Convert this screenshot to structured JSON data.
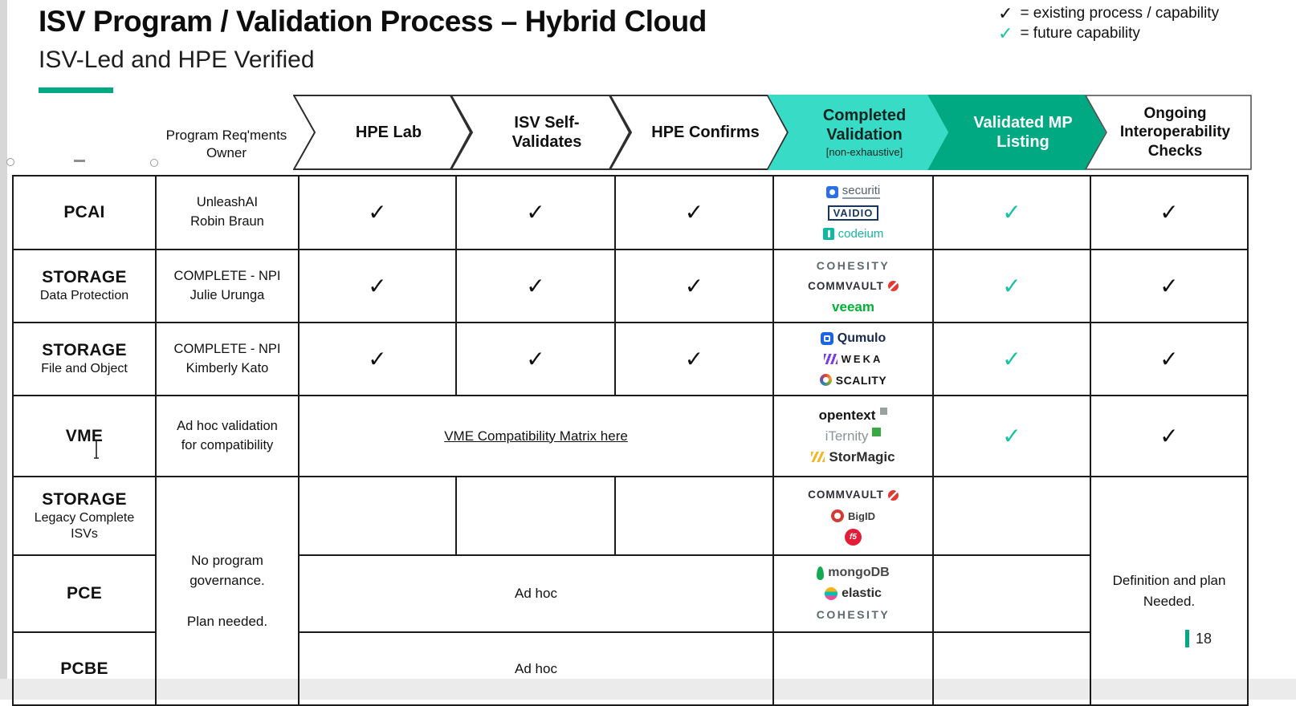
{
  "colors": {
    "hpe_green": "#01a982",
    "teal_stage": "#38dcc6",
    "future_check": "#16c2a2"
  },
  "title": {
    "heading": "ISV Program / Validation Process – Hybrid Cloud",
    "subheading": "ISV-Led and HPE Verified"
  },
  "legend": {
    "check": "✓",
    "existing": "= existing process / capability",
    "future": "= future capability"
  },
  "columns": {
    "owner": "Program Req'ments\nOwner",
    "stages": [
      {
        "label": "HPE Lab"
      },
      {
        "label": "ISV Self-\nValidates"
      },
      {
        "label": "HPE Confirms"
      },
      {
        "label": "Completed\nValidation",
        "note": "[non-exhaustive]"
      },
      {
        "label": "Validated MP\nListing"
      },
      {
        "label": "Ongoing\nInteroperability\nChecks"
      }
    ]
  },
  "rows": [
    {
      "label": "PCAI",
      "owner": "UnleashAI\nRobin Braun",
      "hpe_lab": "✓",
      "isv_self": "✓",
      "hpe_confirms": "✓",
      "completed_logos": [
        "securiti",
        "VAIDIO",
        "codeium"
      ],
      "validated_mp": "✓",
      "ongoing": "✓"
    },
    {
      "label": "STORAGE",
      "sublabel": "Data Protection",
      "owner": "COMPLETE - NPI\nJulie Urunga",
      "hpe_lab": "✓",
      "isv_self": "✓",
      "hpe_confirms": "✓",
      "completed_logos": [
        "COHESITY",
        "COMMVAULT",
        "veeam"
      ],
      "validated_mp": "✓",
      "ongoing": "✓"
    },
    {
      "label": "STORAGE",
      "sublabel": "File and Object",
      "owner": "COMPLETE - NPI\nKimberly Kato",
      "hpe_lab": "✓",
      "isv_self": "✓",
      "hpe_confirms": "✓",
      "completed_logos": [
        "Qumulo",
        "WEKA",
        "SCALITY"
      ],
      "validated_mp": "✓",
      "ongoing": "✓"
    },
    {
      "label": "VME",
      "owner": "Ad hoc validation\nfor compatibility",
      "merged_link": "VME Compatibility Matrix here",
      "completed_logos": [
        "opentext",
        "iTernity",
        "StorMagic"
      ],
      "validated_mp": "✓",
      "ongoing": "✓"
    },
    {
      "label": "STORAGE",
      "sublabel": "Legacy Complete\nISVs",
      "hpe_lab": "",
      "isv_self": "",
      "hpe_confirms": "",
      "completed_logos": [
        "COMMVAULT",
        "BigID",
        "f5"
      ],
      "validated_mp": ""
    },
    {
      "label": "PCE",
      "merged_adhoc": "Ad hoc",
      "completed_logos": [
        "mongoDB",
        "elastic",
        "COHESITY"
      ],
      "validated_mp": ""
    },
    {
      "label": "PCBE",
      "merged_adhoc": "Ad hoc",
      "completed_logos": [],
      "validated_mp": ""
    }
  ],
  "merged": {
    "owner_rows_5_7": "No program\ngovernance.\n\nPlan needed.",
    "ongoing_rows_5_7": "Definition and plan\nNeeded."
  },
  "slide_number": "18"
}
